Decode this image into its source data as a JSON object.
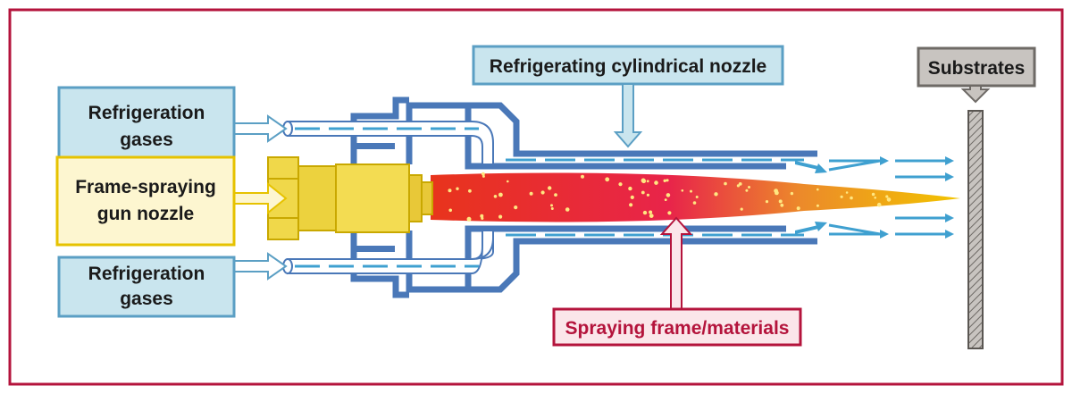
{
  "labels": {
    "refrigerating_nozzle": "Refrigerating cylindrical nozzle",
    "substrates": "Substrates",
    "refrigeration_gases_top": [
      "Refrigeration",
      "gases"
    ],
    "gun_nozzle": [
      "Frame-spraying",
      "gun nozzle"
    ],
    "refrigeration_gases_bottom": [
      "Refrigeration",
      "gases"
    ],
    "spraying_frame": "Spraying frame/materials"
  },
  "colors": {
    "frame_border": "#b4143c",
    "label_blue_fill": "#c9e5ee",
    "label_blue_border": "#5b9fc4",
    "pipe_blue": "#4a78b8",
    "gas_arrow": "#3fa0d0",
    "gun_yellow_fill": "#fdf6d0",
    "gun_yellow_border": "#e6c200",
    "substrate_gray": "#8a8682",
    "flame_red": "#e8341c",
    "flame_yellow": "#f2c400"
  },
  "icons": {
    "gas_inflow": "arrow-right-icon",
    "gas_outflow": "arrow-right-icon",
    "callout": "arrow-down-icon"
  }
}
